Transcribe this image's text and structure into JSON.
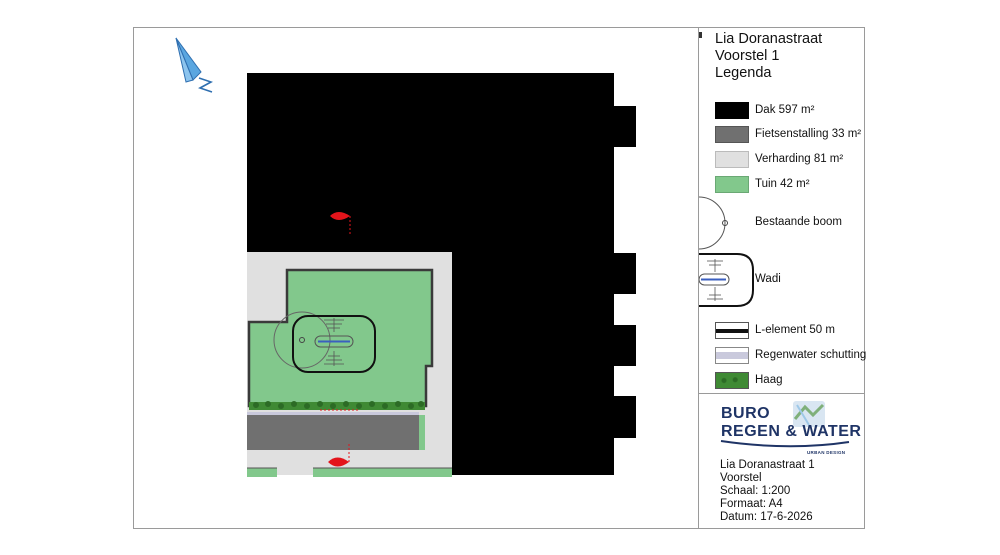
{
  "title": {
    "street": "Lia Doranastraat",
    "variant": "Voorstel 1",
    "legend_heading": "Legenda"
  },
  "legend": {
    "items": [
      {
        "label": "Dak 597 m²",
        "color": "#000000"
      },
      {
        "label": "Fietsenstalling 33 m²",
        "color": "#707070"
      },
      {
        "label": "Verharding 81 m²",
        "color": "#e0e0e0"
      },
      {
        "label": "Tuin 42 m²",
        "color": "#82c88c"
      }
    ],
    "tree_label": "Bestaande boom",
    "wadi_label": "Wadi",
    "lines": [
      {
        "label": "L-element 50 m"
      },
      {
        "label": "Regenwater schutting"
      },
      {
        "label": "Haag"
      }
    ]
  },
  "logo": {
    "line1": "BURO",
    "line2": "REGEN & WATER",
    "tagline": "URBAN DESIGN"
  },
  "info": {
    "project": "Lia Doranastraat 1",
    "variant": "Voorstel",
    "scale": "Schaal: 1:200",
    "format": "Formaat: A4",
    "date": "Datum: 17-6-2026"
  },
  "colors": {
    "roof": "#000000",
    "bike_storage": "#707070",
    "paving": "#e0e0e0",
    "garden": "#82c88c",
    "hedge": "#3f8a34",
    "wadi_blue": "#3b5fbf",
    "marker_red": "#e3141b",
    "north_arrow": "#5aa6e0",
    "logo_navy": "#1f3466"
  }
}
